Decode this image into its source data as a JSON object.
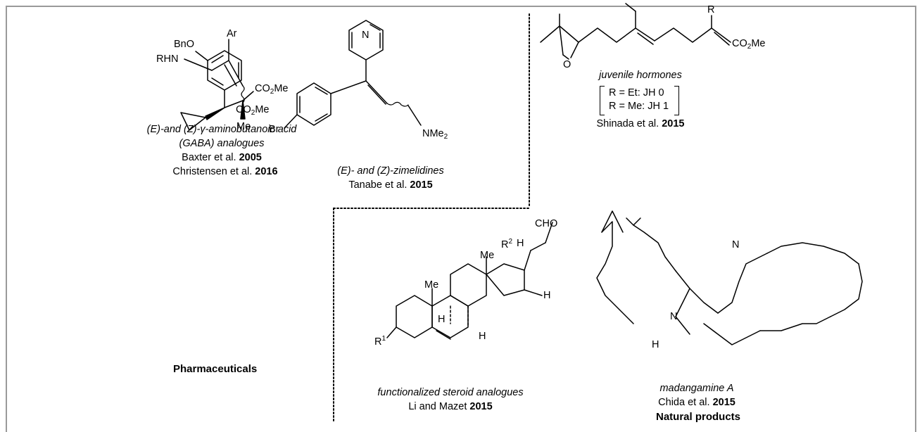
{
  "compounds": {
    "gaba": {
      "name": "(E)-and (Z)-γ-aminobutanoic acid",
      "name2": "(GABA) analogues",
      "authors": "Baxter et al.",
      "year": "2005"
    },
    "zimelidine": {
      "name": "(E)- and (Z)-zimelidines",
      "authors": "Tanabe et al.",
      "year": "2015"
    },
    "juvenile": {
      "name": "juvenile hormones",
      "variant1": "R = Et: JH 0",
      "variant2": "R = Me: JH 1",
      "authors": "Shinada et al.",
      "year": "2015"
    },
    "christensen": {
      "authors": "Christensen et al.",
      "year": "2016"
    },
    "steroid": {
      "name": "functionalized steroid analogues",
      "authors": "Li and Mazet",
      "year": "2015"
    },
    "madangamine": {
      "name": "madangamine A",
      "authors": "Chida et al.",
      "year": "2015"
    }
  },
  "sections": {
    "pharma": "Pharmaceuticals",
    "natural": "Natural products"
  },
  "atoms": {
    "ar": "Ar",
    "rhn": "RHN",
    "co2me": "CO",
    "co2me_tail": "Me",
    "sub2": "2",
    "br": "Br",
    "nme": "NMe",
    "n": "N",
    "o": "O",
    "r": "R",
    "bno": "BnO",
    "me": "Me",
    "cho": "CHO",
    "r2": "R",
    "sup2": "2",
    "h": "H",
    "r1": "R",
    "sup1": "1"
  }
}
